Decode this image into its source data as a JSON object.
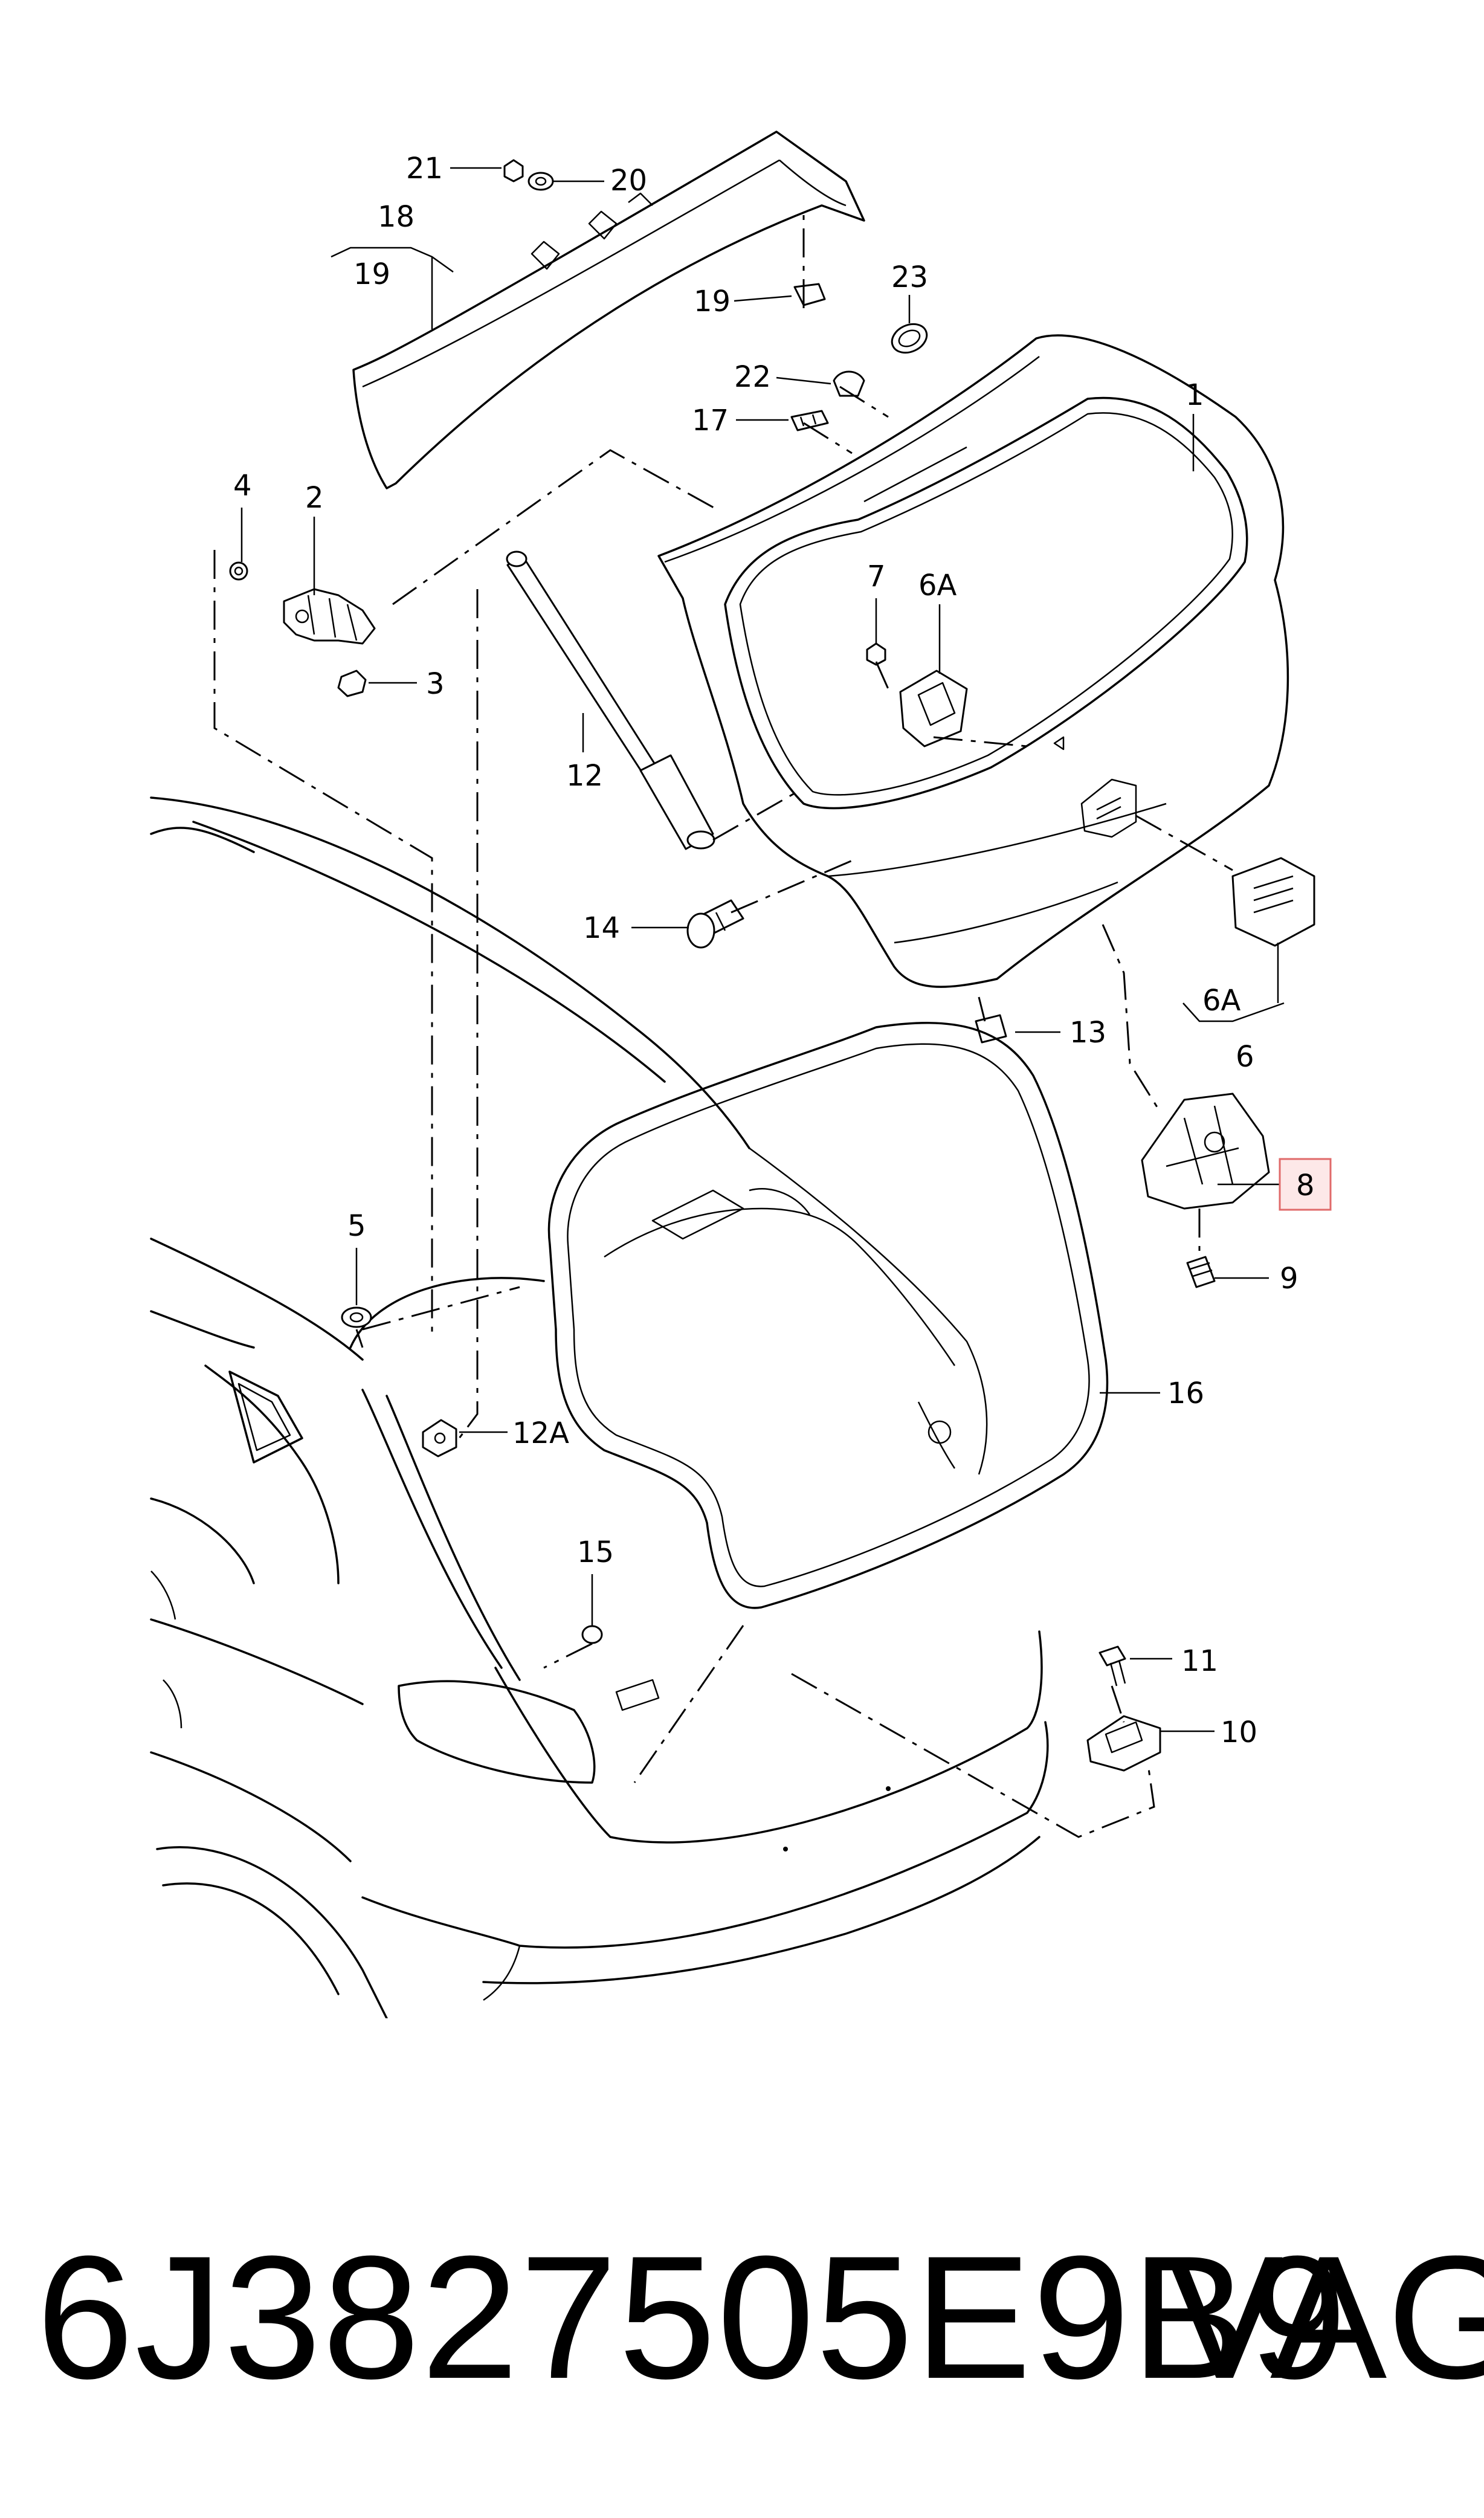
{
  "callouts": {
    "c1": "1",
    "c2": "2",
    "c3": "3",
    "c4": "4",
    "c5": "5",
    "c6": "6",
    "c6a_top": "6A",
    "c6a_bottom": "6A",
    "c7": "7",
    "c8": "8",
    "c9": "9",
    "c10": "10",
    "c11": "11",
    "c12": "12",
    "c12a": "12A",
    "c13": "13",
    "c14": "14",
    "c15": "15",
    "c16": "16",
    "c17": "17",
    "c18": "18",
    "c19_left": "19",
    "c19_right": "19",
    "c20": "20",
    "c21": "21",
    "c22": "22",
    "c23": "23"
  },
  "highlight": {
    "callout": "8",
    "border_color": "#e06a6a",
    "fill_color": "#fde8e8"
  },
  "footer": {
    "part_number": "6J3827505E9B9",
    "brand": "VAG"
  }
}
